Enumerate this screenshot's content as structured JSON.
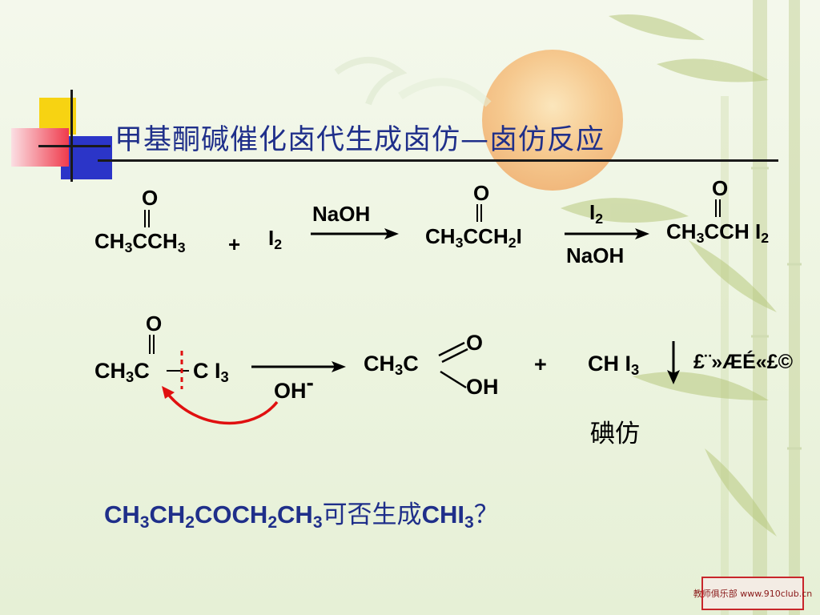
{
  "title": "甲基酮碱催化卤代生成卤仿—卤仿反应",
  "reaction1": {
    "reactant_ketone": {
      "carbonyl_o": "O",
      "c1": "CH",
      "c1_sub": "3",
      "c2": "CCH",
      "c2_sub": "3"
    },
    "plus": "+",
    "reactant_halogen": {
      "sym": "I",
      "sub": "2"
    },
    "arrow1_reagent": "NaOH",
    "intermediate": {
      "carbonyl_o": "O",
      "a": "CH",
      "a_sub": "3",
      "b": "CCH",
      "b_sub": "2",
      "c": "I"
    },
    "arrow2_reagent_top": {
      "sym": "I",
      "sub": "2"
    },
    "arrow2_reagent_bottom": "NaOH",
    "product": {
      "carbonyl_o": "O",
      "a": "CH",
      "a_sub": "3",
      "b": "CCH I",
      "b_sub": "2"
    }
  },
  "reaction2": {
    "reactant": {
      "carbonyl_o": "O",
      "a": "CH",
      "a_sub": "3",
      "b": "C",
      "c": "C I",
      "c_sub": "3"
    },
    "arrow_reagent": {
      "sym": "OH",
      "charge": "-"
    },
    "acid": {
      "a": "CH",
      "a_sub": "3",
      "b": "C",
      "o_double": "O",
      "oh": "OH"
    },
    "plus": "+",
    "haloform": {
      "sym": "CH I",
      "sub": "3"
    },
    "garbled_text": "£¨»ÆÉ«£©",
    "haloform_name": "碘仿"
  },
  "question": {
    "f1": "CH",
    "s1": "3",
    "f2": "CH",
    "s2": "2",
    "f3": "COCH",
    "s3": "2",
    "f4": "CH",
    "s4": "3",
    "text1": "可否生成",
    "f5": "CHI",
    "s5": "3",
    "text2": "？"
  },
  "watermark": "教师俱乐部 www.910club.cn",
  "colors": {
    "title": "#1f2f8a",
    "curved_arrow": "#e01010",
    "dashed_cut": "#e01010",
    "accent_yellow": "#f7d312",
    "accent_blue": "#2b35c8",
    "accent_red": "#ef3b4d"
  }
}
